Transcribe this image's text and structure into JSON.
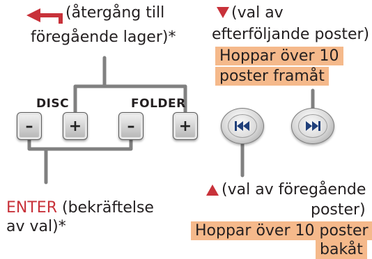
{
  "left": {
    "back_label": "(återgång till",
    "back_label_2": "föregående lager)*",
    "disc_label": "DISC",
    "folder_label": "FOLDER",
    "minus_symbol": "–",
    "plus_symbol": "+",
    "enter_word": "ENTER",
    "enter_desc": "(bekräftelse",
    "enter_desc_2": "av val)*"
  },
  "right": {
    "next_label": "(val av",
    "next_label_2": "efterföljande poster)",
    "next_skip_1": "Hoppar över 10",
    "next_skip_2": "poster framåt",
    "prev_label": "(val av föregående",
    "prev_label_2": "poster)",
    "prev_skip_1": "Hoppar över 10 poster",
    "prev_skip_2": "bakåt"
  },
  "colors": {
    "accent_red": "#c8323a",
    "highlight": "#f5b98b"
  },
  "icons": {
    "back_arrow": "back-arrow-icon",
    "down_triangle": "down-triangle-icon",
    "up_triangle": "up-triangle-icon",
    "previous": "skip-back-icon",
    "next": "skip-forward-icon"
  }
}
